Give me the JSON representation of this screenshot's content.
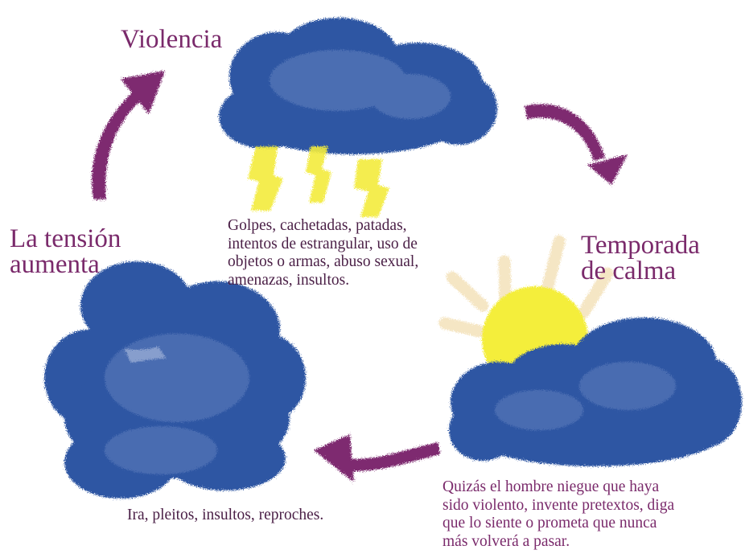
{
  "stages": {
    "violence": {
      "title": "Violencia",
      "description": [
        "Golpes, cachetadas, patadas,",
        "intentos de estrangular, uso de",
        "objetos o armas, abuso sexual,",
        "amenazas, insultos."
      ]
    },
    "calm": {
      "title_lines": [
        "Temporada",
        "de calma"
      ],
      "description": [
        "Quizás el hombre niegue que haya",
        "sido violento, invente pretextos, diga",
        "que lo siente o prometa que nunca",
        "más volverá a pasar."
      ]
    },
    "tension": {
      "title_lines": [
        "La tensión",
        "aumenta"
      ],
      "description": [
        "Ira, pleitos, insultos, reproches."
      ]
    }
  },
  "colors": {
    "cloud": "#2e57a3",
    "cloud_light": "#5576b8",
    "lightning": "#f3ec3c",
    "sun": "#f4ee3a",
    "sun_rays": "#f5e6c4",
    "arrow": "#7e2b70",
    "label_text": "#7a2a6b"
  },
  "icons": [
    "storm-cloud-icon",
    "lightning-bolt-icon",
    "sun-icon",
    "cloud-icon",
    "curved-arrow-icon"
  ]
}
